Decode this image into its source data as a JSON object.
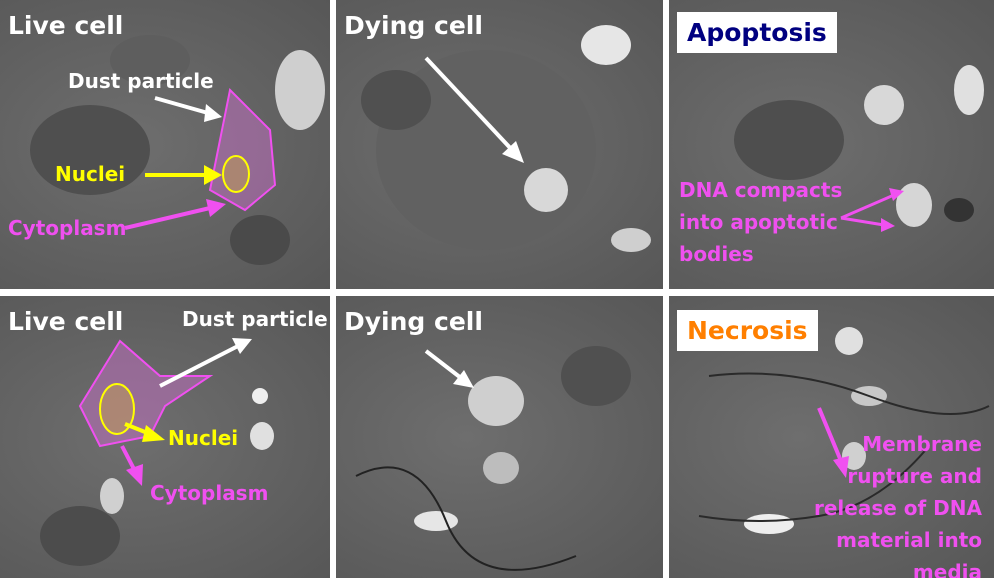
{
  "panels": {
    "live_top": {
      "title": "Live cell",
      "dust": "Dust particle",
      "nuclei": "Nuclei",
      "cytoplasm": "Cytoplasm"
    },
    "dying_top": {
      "title": "Dying cell"
    },
    "apoptosis": {
      "title": "Apoptosis",
      "note_lines": [
        "DNA compacts",
        "into apoptotic",
        "bodies"
      ]
    },
    "live_bottom": {
      "title": "Live cell",
      "dust": "Dust particle",
      "nuclei": "Nuclei",
      "cytoplasm": "Cytoplasm"
    },
    "dying_bottom": {
      "title": "Dying cell"
    },
    "necrosis": {
      "title": "Necrosis",
      "note_lines": [
        "Membrane",
        "rupture and",
        "release of DNA",
        "material into",
        "media"
      ]
    }
  },
  "colors": {
    "magenta": "#f050f0",
    "yellow": "#ffff00",
    "apoptosis": "#000080",
    "necrosis": "#ff7f00"
  }
}
